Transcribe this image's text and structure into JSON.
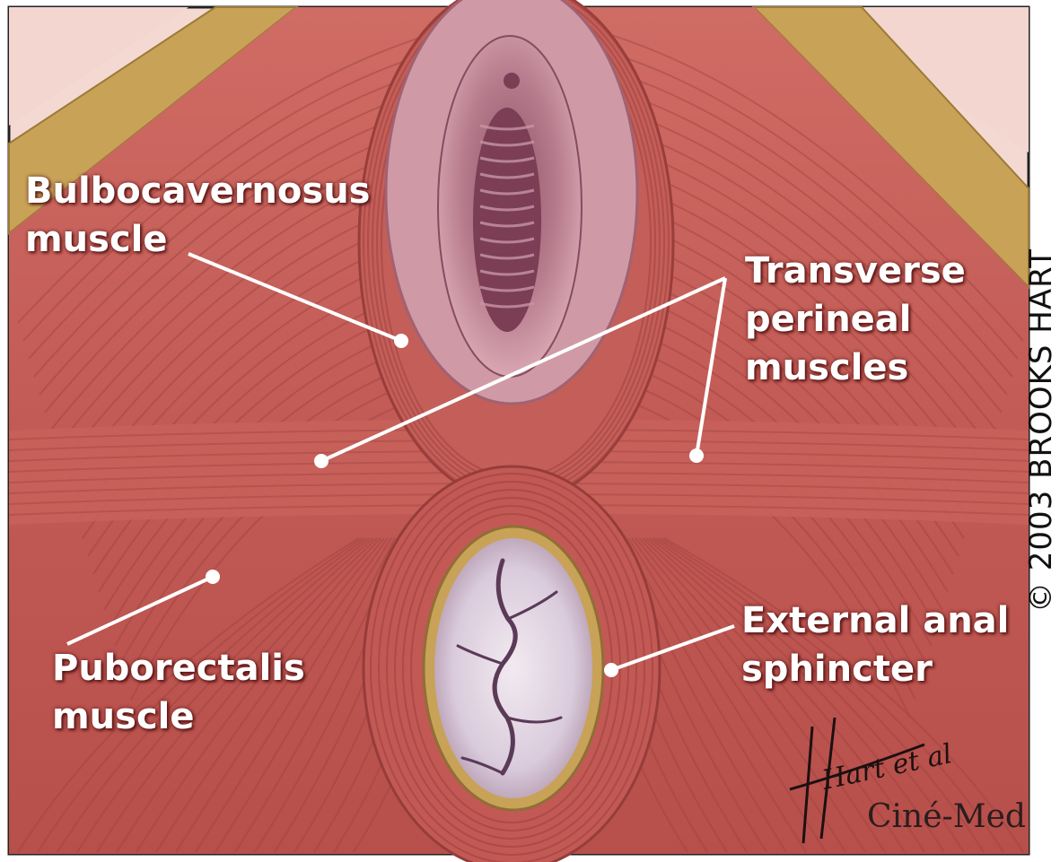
{
  "labels": {
    "bulbocavernosus": [
      "Bulbocavernosus",
      "muscle"
    ],
    "transverse": [
      "Transverse",
      "perineal",
      "muscles"
    ],
    "puborectalis": [
      "Puborectalis",
      "muscle"
    ],
    "external_anal": [
      "External anal",
      "sphincter"
    ]
  },
  "credit": "© 2003 BROOKS HART",
  "signature": "Hart et al",
  "logo": "Ciné-Med",
  "colors": {
    "muscle": "#c45e58",
    "muscle_dark": "#a34440",
    "fat": "#c9a85a",
    "skin": "#f0d4cc",
    "mucosa": "#d9a3b0",
    "anus": "#ddd3e0",
    "leader": "#ffffff"
  }
}
